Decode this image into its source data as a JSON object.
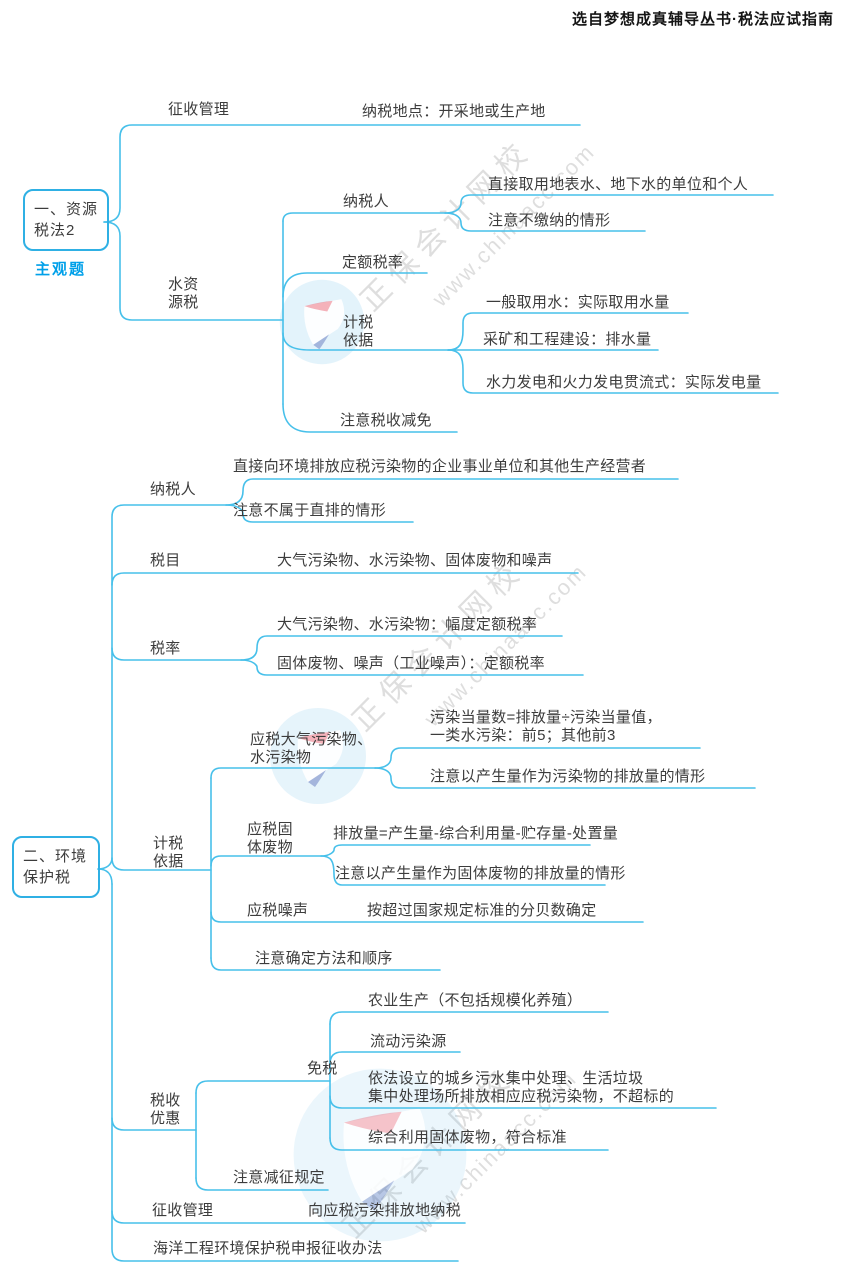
{
  "header": {
    "source_note": "选自梦想成真辅导丛书·税法应试指南"
  },
  "watermark": {
    "brand": "正保会计网校",
    "url": "www.chinaacc.com"
  },
  "colors": {
    "line": "#47c0ea",
    "box_border": "#2fb0e4",
    "text": "#3c3c3c",
    "tag_blue": "#00a0e9",
    "watermark_gray": "#9e9e9e"
  },
  "s1": {
    "root": "一、资源\n税法2",
    "tag": "主观题",
    "levy_mgmt": "征收管理",
    "tax_place": "纳税地点：开采地或生产地",
    "water_tax": "水资\n源税",
    "taxpayer": "纳税人",
    "taxpayer_scope": "直接取用地表水、地下水的单位和个人",
    "taxpayer_note": "注意不缴纳的情形",
    "flat_rate": "定额税率",
    "tax_basis": "计税\n依据",
    "basis_general": "一般取用水：实际取用水量",
    "basis_mining": "采矿和工程建设：排水量",
    "basis_power": "水力发电和火力发电贯流式：实际发电量",
    "relief_note": "注意税收减免"
  },
  "s2": {
    "root": "二、环境\n保护税",
    "taxpayer": "纳税人",
    "taxpayer_scope": "直接向环境排放应税污染物的企业事业单位和其他生产经营者",
    "taxpayer_note": "注意不属于直排的情形",
    "tax_items": "税目",
    "tax_items_detail": "大气污染物、水污染物、固体废物和噪声",
    "tax_rate": "税率",
    "rate_air_water": "大气污染物、水污染物：幅度定额税率",
    "rate_solid_noise": "固体废物、噪声（工业噪声）：定额税率",
    "tax_basis": "计税\n依据",
    "basis_air_water": "应税大气污染物、\n水污染物",
    "air_formula": "污染当量数=排放量÷污染当量值，\n一类水污染：前5；其他前3",
    "air_note": "注意以产生量作为污染物的排放量的情形",
    "basis_solid": "应税固\n体废物",
    "solid_formula": "排放量=产生量-综合利用量-贮存量-处置量",
    "solid_note": "注意以产生量作为固体废物的排放量的情形",
    "basis_noise": "应税噪声",
    "noise_detail": "按超过国家规定标准的分贝数确定",
    "order_note": "注意确定方法和顺序",
    "preference": "税收\n优惠",
    "exemption": "免税",
    "exempt_agriculture": "农业生产（不包括规模化养殖）",
    "exempt_mobile": "流动污染源",
    "exempt_treatment": "依法设立的城乡污水集中处理、生活垃圾\n集中处理场所排放相应应税污染物，不超标的",
    "exempt_recycle": "综合利用固体废物，符合标准",
    "reduction_note": "注意减征规定",
    "levy_mgmt": "征收管理",
    "levy_place": "向应税污染排放地纳税",
    "marine_measures": "海洋工程环境保护税申报征收办法"
  }
}
